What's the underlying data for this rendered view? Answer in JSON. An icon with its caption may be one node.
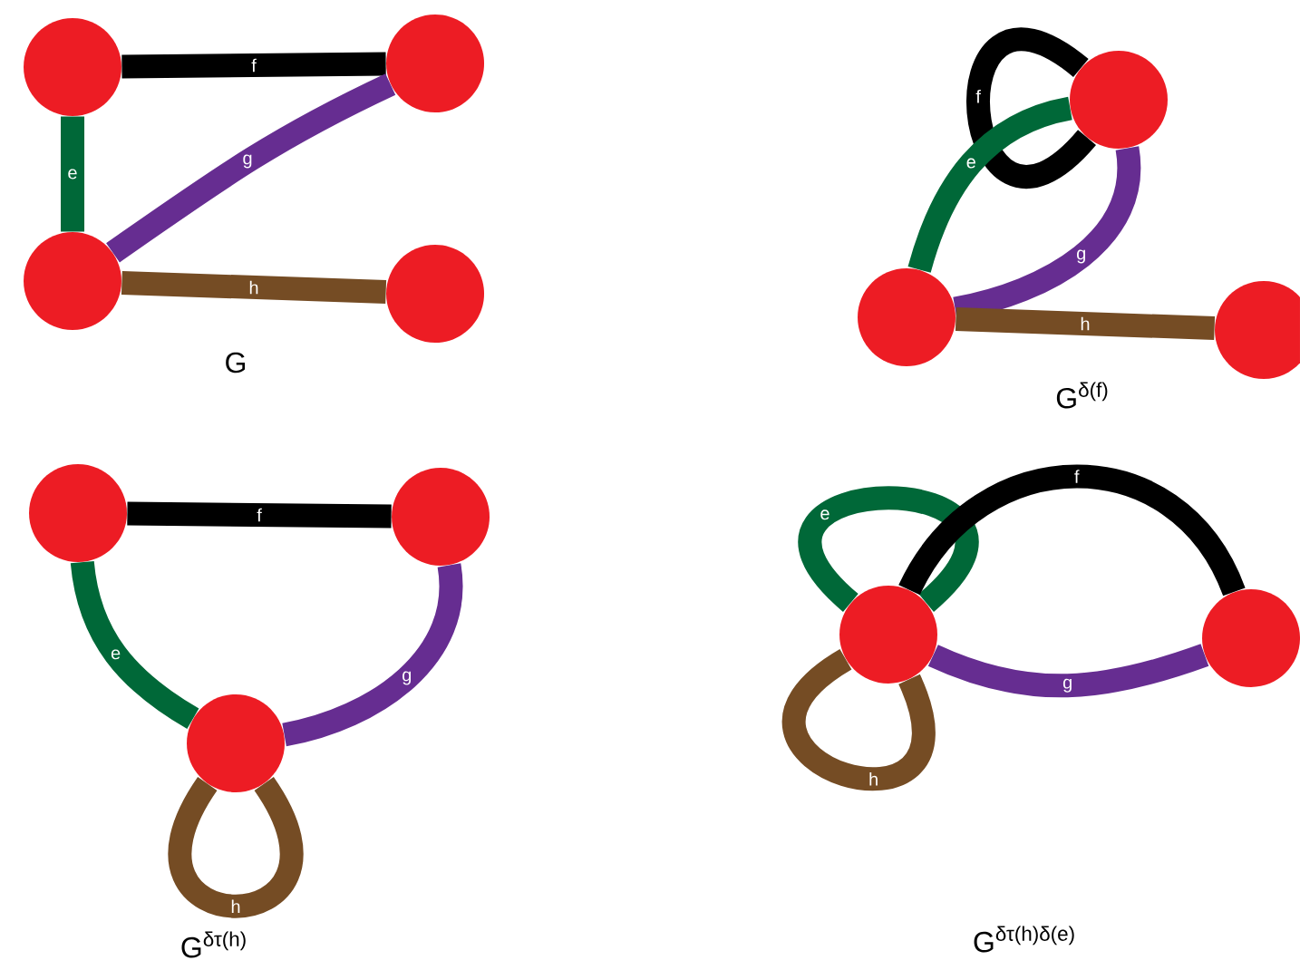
{
  "diagram": {
    "nodes": [
      {
        "text": [],
        "shape": "circle"
      },
      {
        "text": [],
        "shape": "circle"
      },
      {
        "text": [],
        "shape": "circle"
      },
      {
        "text": [],
        "shape": "circle"
      },
      {
        "text": [],
        "shape": "circle"
      },
      {
        "text": [],
        "shape": "circle"
      },
      {
        "text": [],
        "shape": "circle"
      },
      {
        "text": [],
        "shape": "circle"
      },
      {
        "text": [],
        "shape": "circle"
      },
      {
        "text": [],
        "shape": "circle"
      },
      {
        "text": [],
        "shape": "circle"
      },
      {
        "text": [],
        "shape": "circle"
      }
    ],
    "edges": [
      {
        "from": 0,
        "to": 1,
        "arrow": "none",
        "label": "f",
        "color": "#000000"
      },
      {
        "from": 0,
        "to": 2,
        "arrow": "none",
        "label": "e",
        "color": "#006838"
      },
      {
        "from": 2,
        "to": 1,
        "arrow": "none",
        "label": "g",
        "color": "#662d91"
      },
      {
        "from": 2,
        "to": 3,
        "arrow": "none",
        "label": "h",
        "color": "#754c24"
      },
      {
        "from": 4,
        "to": 4,
        "arrow": "none",
        "label": "f",
        "color": "#000000"
      },
      {
        "from": 4,
        "to": 5,
        "arrow": "none",
        "label": "e",
        "color": "#006838"
      },
      {
        "from": 5,
        "to": 4,
        "arrow": "none",
        "label": "g",
        "color": "#662d91"
      },
      {
        "from": 5,
        "to": 6,
        "arrow": "none",
        "label": "h",
        "color": "#754c24"
      },
      {
        "from": 7,
        "to": 8,
        "arrow": "none",
        "label": "f",
        "color": "#000000"
      },
      {
        "from": 7,
        "to": 9,
        "arrow": "none",
        "label": "e",
        "color": "#006838"
      },
      {
        "from": 9,
        "to": 8,
        "arrow": "none",
        "label": "g",
        "color": "#662d91"
      },
      {
        "from": 9,
        "to": 9,
        "arrow": "none",
        "label": "h",
        "color": "#754c24"
      },
      {
        "from": 10,
        "to": 10,
        "arrow": "none",
        "label": "e",
        "color": "#006838"
      },
      {
        "from": 10,
        "to": 11,
        "arrow": "none",
        "label": "f",
        "color": "#000000"
      },
      {
        "from": 10,
        "to": 11,
        "arrow": "none",
        "label": "g",
        "color": "#662d91"
      },
      {
        "from": 10,
        "to": 10,
        "arrow": "none",
        "label": "h",
        "color": "#754c24"
      }
    ],
    "labels": [
      "G",
      "G$^{δ(f)}$",
      "G$^{δτ(h)}$",
      "G$^{δτ(h)δ(e)}$"
    ]
  }
}
